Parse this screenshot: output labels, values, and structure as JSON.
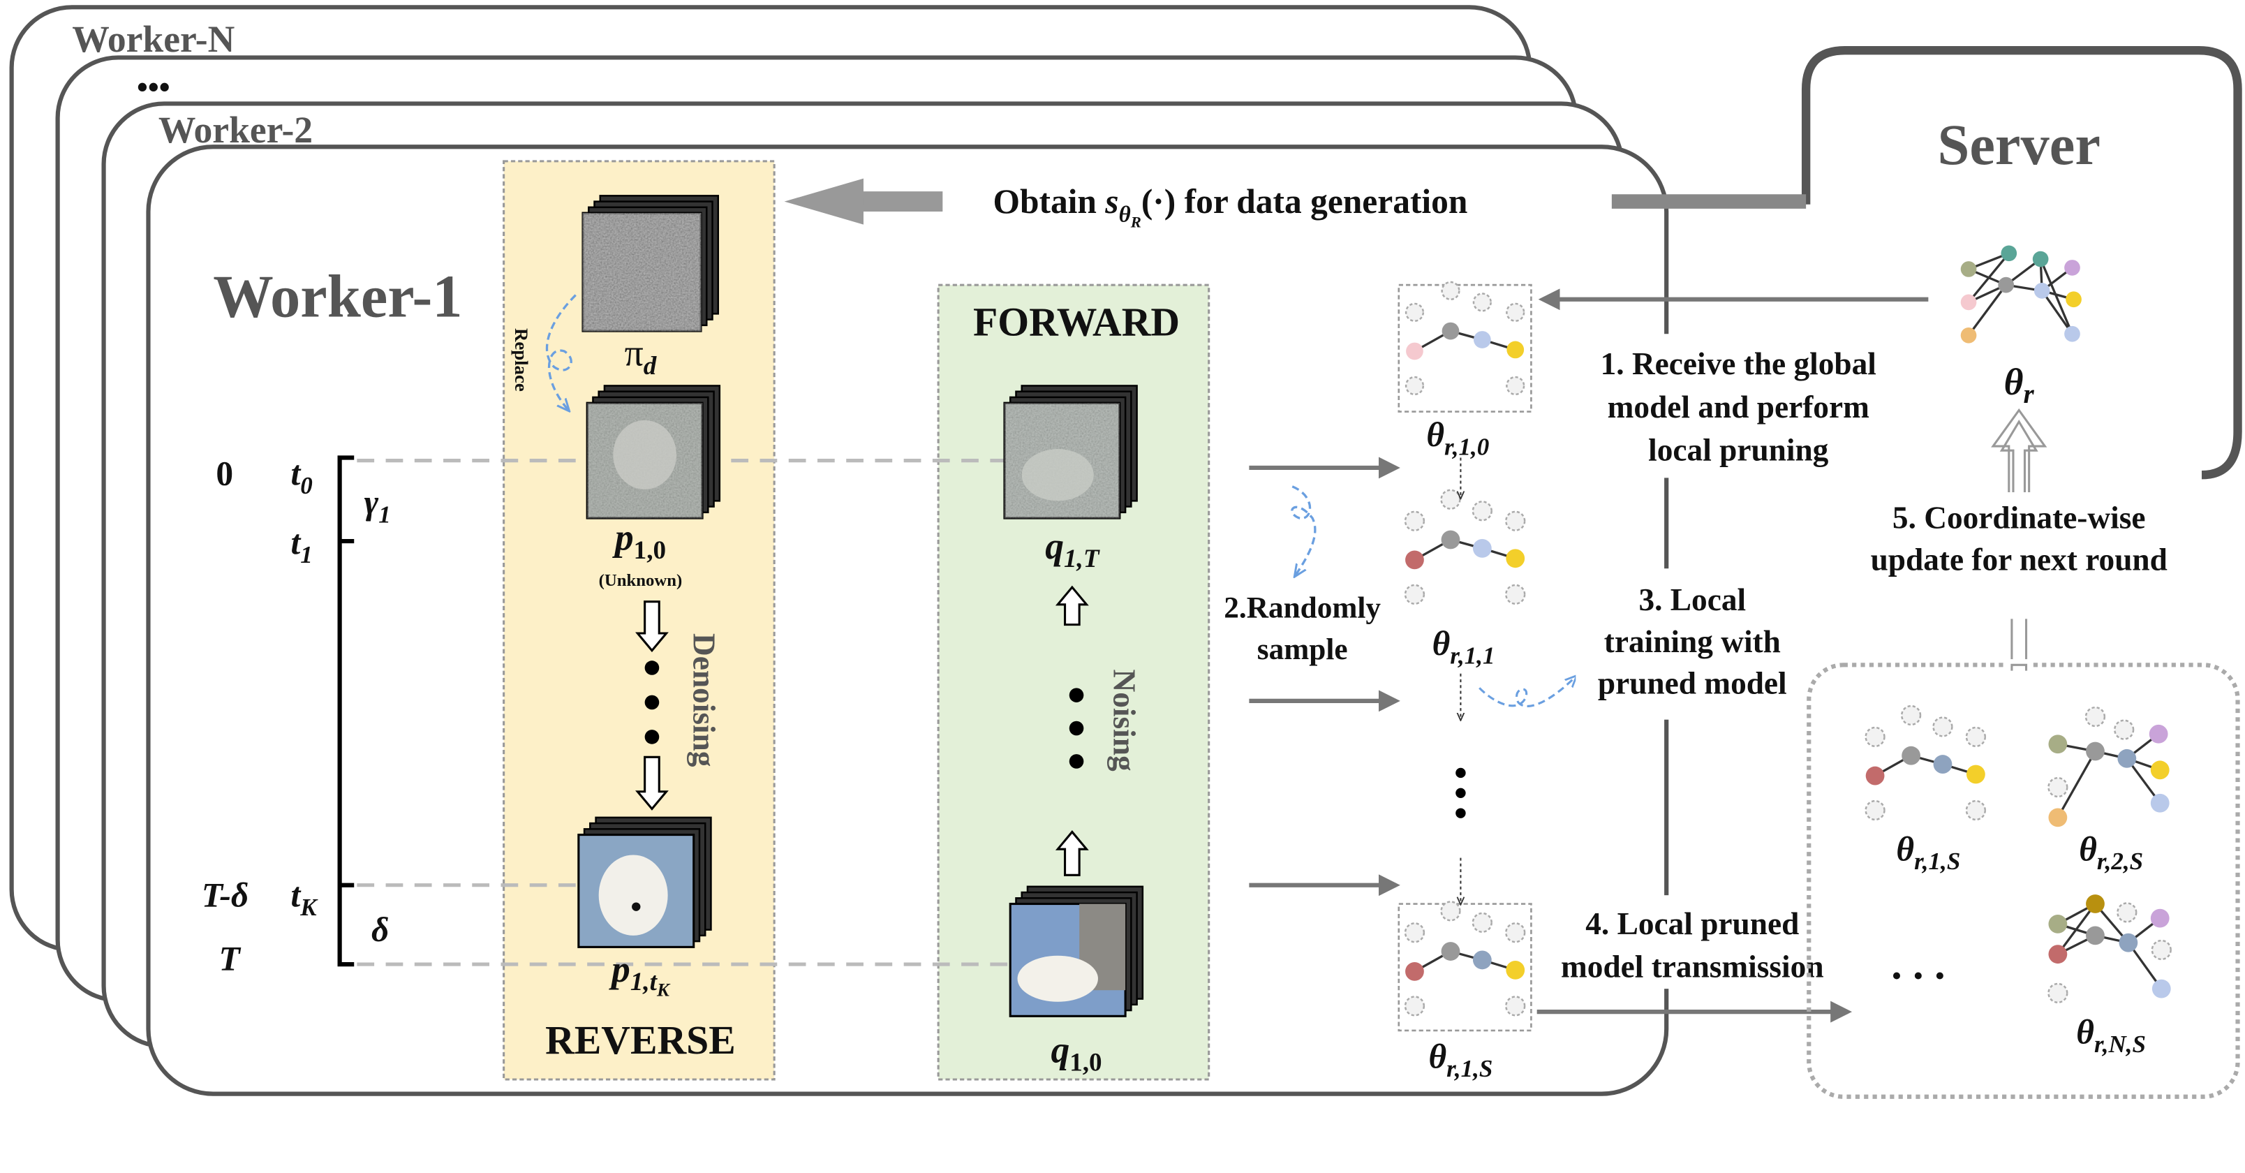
{
  "workers": {
    "worker_n": "Worker-N",
    "ellipsis": "•••",
    "worker_2": "Worker-2",
    "worker_1": "Worker-1"
  },
  "server": {
    "title": "Server",
    "global_model": {
      "main": "θ",
      "sub": "r"
    }
  },
  "obtain": {
    "prefix": "Obtain ",
    "s": "s",
    "theta": "θ",
    "R": "R",
    "suffix": "(·) for data generation"
  },
  "reverse": {
    "title": "REVERSE",
    "pi_d": {
      "main": "π",
      "sub": "d"
    },
    "p10": {
      "main": "p",
      "sub": "1,0"
    },
    "unknown": "(Unknown)",
    "p1tk": {
      "main": "p",
      "sub": "1,t",
      "subsub": "K"
    },
    "replace": "Replace",
    "denoising": "Denoising"
  },
  "forward": {
    "title": "FORWARD",
    "q1T": {
      "main": "q",
      "sub": "1,T"
    },
    "q10": {
      "main": "q",
      "sub": "1,0"
    },
    "noising": "Noising"
  },
  "timeline": {
    "zero": "0",
    "t0": {
      "main": "t",
      "sub": "0"
    },
    "t1": {
      "main": "t",
      "sub": "1"
    },
    "gamma1": {
      "main": "γ",
      "sub": "1"
    },
    "T_minus_delta": "T-δ",
    "tK": {
      "main": "t",
      "sub": "K"
    },
    "delta": "δ",
    "T": "T"
  },
  "sampling": {
    "line1": "2.Randomly",
    "line2": "sample"
  },
  "local_models": {
    "m0": {
      "main": "θ",
      "sub": "r,1,0"
    },
    "m1": {
      "main": "θ",
      "sub": "r,1,1"
    },
    "mS": {
      "main": "θ",
      "sub": "r,1,S"
    }
  },
  "steps": {
    "s1": [
      "1. Receive the global",
      "model and perform",
      "local pruning"
    ],
    "s3": [
      "3. Local",
      "training with",
      "pruned model"
    ],
    "s4": [
      "4. Local pruned",
      "model transmission"
    ],
    "s5": [
      "5. Coordinate-wise",
      "update for next round"
    ]
  },
  "collected": {
    "m1S": {
      "main": "θ",
      "sub": "r,1,S"
    },
    "m2S": {
      "main": "θ",
      "sub": "r,2,S"
    },
    "mNS": {
      "main": "θ",
      "sub": "r,N,S"
    },
    "ellipsis": ". . ."
  },
  "colors": {
    "frame": "#555555",
    "reverse_bg": "#fdf0c8",
    "forward_bg": "#e3f0d8",
    "arrow": "#777777",
    "replace_curve": "#6a9fe0",
    "node_pink": "#f5c9cf",
    "node_gray": "#999999",
    "node_blue": "#8ea3bf",
    "node_yellow": "#f3cf2a",
    "node_red": "#c26b6b",
    "node_olive": "#a7ad86",
    "node_orange": "#efbc74",
    "node_purple": "#c9a3d9",
    "node_lightblue": "#b9c9ea",
    "node_gold": "#b8900f",
    "node_teal": "#5aa597",
    "node_inactive": "#cccccc"
  }
}
